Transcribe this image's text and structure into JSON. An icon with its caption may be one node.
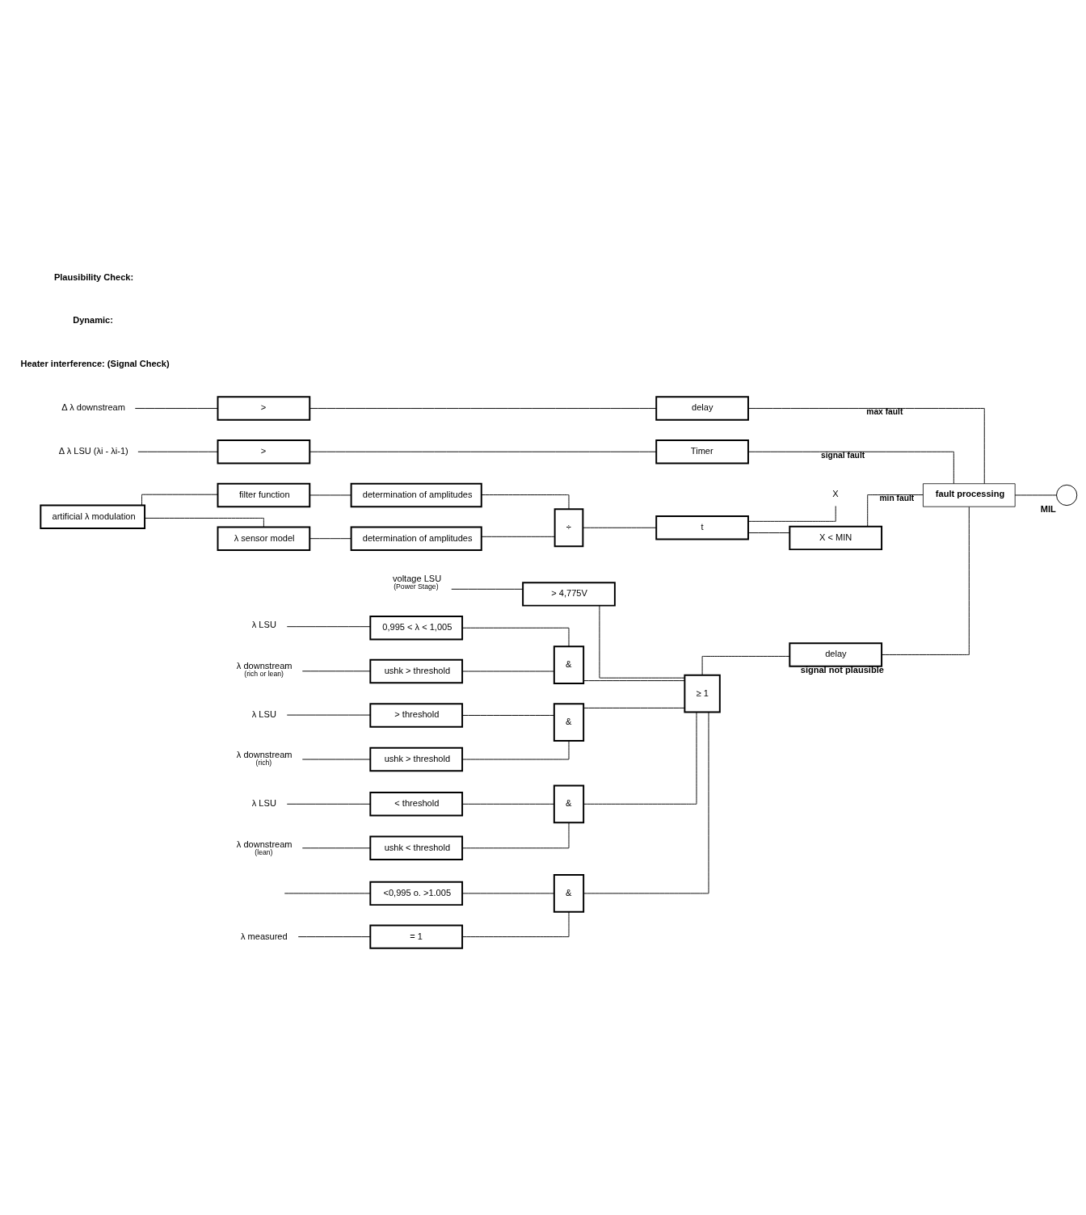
{
  "diagram": {
    "nodes": [
      {
        "text": [
          "Δ λ downstream"
        ]
      },
      {
        "text": [
          ">"
        ]
      },
      {
        "text": [
          "delay"
        ]
      },
      {
        "text": [
          "Δ λ LSU (λi - λi-1)"
        ]
      },
      {
        "text": [
          ">"
        ]
      },
      {
        "text": [
          "Timer"
        ]
      },
      {
        "text": [
          "artificial λ modulation"
        ]
      },
      {
        "text": [
          "filter function"
        ]
      },
      {
        "text": [
          "determination of amplitudes"
        ]
      },
      {
        "text": [
          "÷"
        ]
      },
      {
        "text": [
          "t"
        ]
      },
      {
        "text": [
          "X"
        ]
      },
      {
        "text": [
          "λ sensor model"
        ]
      },
      {
        "text": [
          "determination of amplitudes"
        ]
      },
      {
        "text": [
          "X < MIN"
        ]
      },
      {
        "text": [
          "voltage LSU",
          "(Power Stage)"
        ]
      },
      {
        "text": [
          "> 4,775V"
        ]
      },
      {
        "text": [
          "λ LSU"
        ]
      },
      {
        "text": [
          "0,995 < λ < 1,005"
        ]
      },
      {
        "text": [
          "&"
        ]
      },
      {
        "text": [
          "≥ 1"
        ]
      },
      {
        "text": [
          "delay"
        ],
        "beside": [
          "signal not plausible"
        ]
      },
      {
        "text": [
          "λ downstream",
          "(rich or lean)"
        ]
      },
      {
        "text": [
          "ushk > threshold"
        ]
      },
      {
        "text": [
          "λ LSU"
        ]
      },
      {
        "text": [
          "> threshold"
        ]
      },
      {
        "text": [
          "&"
        ]
      },
      {
        "text": [
          "λ downstream",
          "(rich)"
        ]
      },
      {
        "text": [
          "ushk > threshold"
        ]
      },
      {
        "text": [
          "λ LSU"
        ]
      },
      {
        "text": [
          "< threshold"
        ]
      },
      {
        "text": [
          "&"
        ]
      },
      {
        "text": [
          "λ downstream",
          "(lean)"
        ]
      },
      {
        "text": [
          "ushk < threshold"
        ]
      },
      {
        "text": [
          "fault processing"
        ]
      },
      {
        "text": [
          "MIL"
        ]
      },
      {
        "text": [
          "<0,995 o. >1.005"
        ]
      },
      {
        "text": [
          "&"
        ]
      },
      {
        "text": [
          "λ measured"
        ]
      },
      {
        "text": [
          "= 1"
        ]
      }
    ],
    "edges": [
      {
        "from": 0,
        "to": 1,
        "arrow": "none"
      },
      {
        "from": 1,
        "to": 2,
        "arrow": "none"
      },
      {
        "from": 2,
        "to": 34,
        "arrow": "none",
        "label": "max fault"
      },
      {
        "from": 3,
        "to": 4,
        "arrow": "none"
      },
      {
        "from": 4,
        "to": 5,
        "arrow": "none"
      },
      {
        "from": 5,
        "to": 34,
        "arrow": "none",
        "label": "signal fault"
      },
      {
        "from": 6,
        "to": 7,
        "arrow": "none"
      },
      {
        "from": 6,
        "to": 12,
        "arrow": "none"
      },
      {
        "from": 7,
        "to": 8,
        "arrow": "none"
      },
      {
        "from": 8,
        "to": 9,
        "arrow": "none"
      },
      {
        "from": 12,
        "to": 13,
        "arrow": "none"
      },
      {
        "from": 13,
        "to": 9,
        "arrow": "none"
      },
      {
        "from": 9,
        "to": 10,
        "arrow": "none"
      },
      {
        "from": 10,
        "to": 11,
        "arrow": "none"
      },
      {
        "from": 10,
        "to": 14,
        "arrow": "none"
      },
      {
        "from": 14,
        "to": 34,
        "arrow": "none",
        "label": "min fault"
      },
      {
        "from": 15,
        "to": 16,
        "arrow": "none"
      },
      {
        "from": 16,
        "to": 20,
        "arrow": "none"
      },
      {
        "from": 17,
        "to": 18,
        "arrow": "none"
      },
      {
        "from": 18,
        "to": 19,
        "arrow": "none"
      },
      {
        "from": 22,
        "to": 23,
        "arrow": "none"
      },
      {
        "from": 23,
        "to": 19,
        "arrow": "none"
      },
      {
        "from": 19,
        "to": 20,
        "arrow": "none"
      },
      {
        "from": 24,
        "to": 25,
        "arrow": "none"
      },
      {
        "from": 25,
        "to": 26,
        "arrow": "none"
      },
      {
        "from": 27,
        "to": 28,
        "arrow": "none"
      },
      {
        "from": 28,
        "to": 26,
        "arrow": "none"
      },
      {
        "from": 26,
        "to": 20,
        "arrow": "none"
      },
      {
        "from": 29,
        "to": 30,
        "arrow": "none"
      },
      {
        "from": 30,
        "to": 31,
        "arrow": "none"
      },
      {
        "from": 32,
        "to": 33,
        "arrow": "none"
      },
      {
        "from": 33,
        "to": 31,
        "arrow": "none"
      },
      {
        "from": 31,
        "to": 20,
        "arrow": "none"
      },
      {
        "from": null,
        "to": 36,
        "arrow": "none"
      },
      {
        "from": 36,
        "to": 37,
        "arrow": "none"
      },
      {
        "from": 38,
        "to": 39,
        "arrow": "none"
      },
      {
        "from": 39,
        "to": 37,
        "arrow": "none"
      },
      {
        "from": 37,
        "to": 20,
        "arrow": "none"
      },
      {
        "from": 20,
        "to": 21,
        "arrow": "none"
      },
      {
        "from": 21,
        "to": 34,
        "arrow": "none"
      },
      {
        "from": 34,
        "to": 35,
        "arrow": "none"
      }
    ],
    "labels": [
      "Heater interference: (Signal Check)",
      "Dynamic:",
      "Plausibility Check:"
    ]
  }
}
